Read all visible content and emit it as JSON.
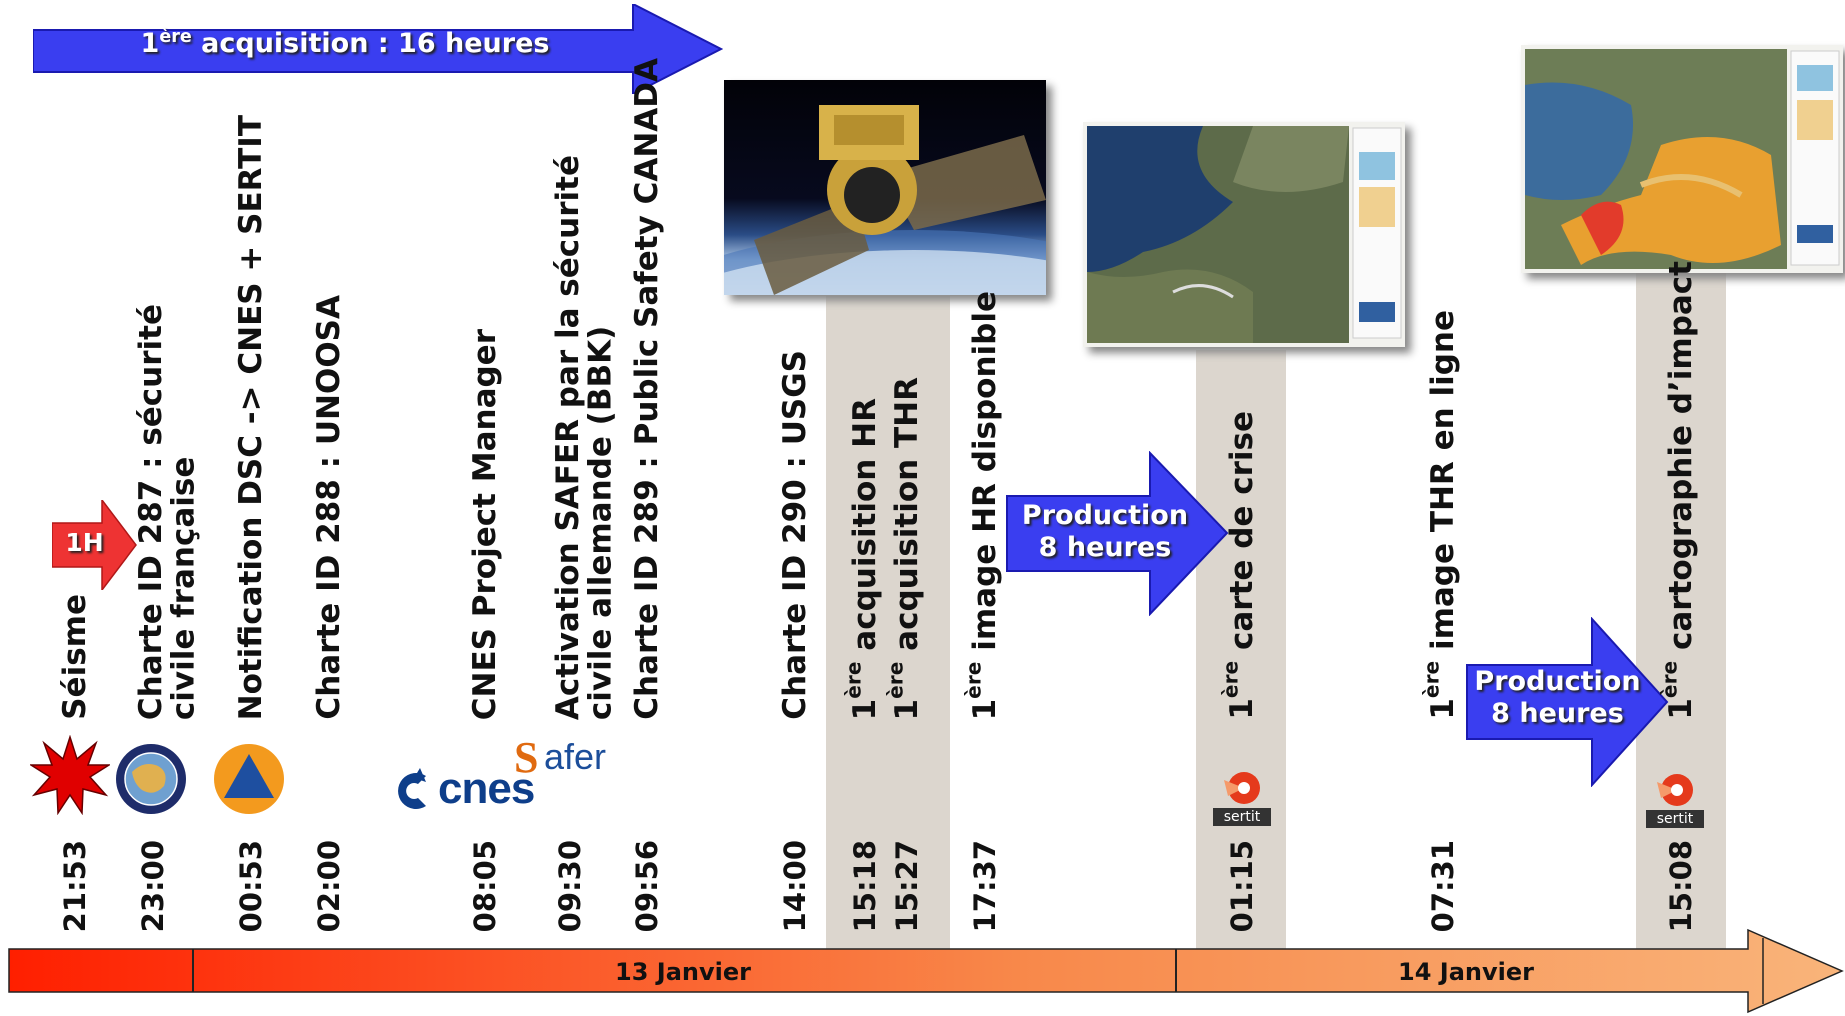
{
  "colors": {
    "arrow_blue": "#3a3ef0",
    "timeline_red": "#ff2a00",
    "timeline_orange": "#f9a56a",
    "column_bg": "#dcd6ce",
    "badge_red": "#ee3333"
  },
  "top_arrow": {
    "sup": "ère",
    "prefix": "1",
    "text": " acquisition : 16 heures"
  },
  "badge_1h": "1H",
  "timeline": {
    "day1": "13 Janvier",
    "day2": "14 Janvier"
  },
  "events": [
    {
      "time": "21:53",
      "label": "Séisme"
    },
    {
      "time": "23:00",
      "label_line1": "Charte ID 287 : sécurité",
      "label_line2": "civile française"
    },
    {
      "time": "00:53",
      "label": "Notification DSC -> CNES + SERTIT"
    },
    {
      "time": "02:00",
      "label": "Charte ID 288 : UNOOSA"
    },
    {
      "time": "08:05",
      "label": "CNES Project Manager"
    },
    {
      "time": "09:30",
      "label_line1": "Activation SAFER par la sécurité",
      "label_line2": "civile allemande (BBK)"
    },
    {
      "time": "09:56",
      "label": "Charte ID 289 : Public Safety CANADA"
    },
    {
      "time": "14:00",
      "label": "Charte ID 290 : USGS"
    },
    {
      "time": "15:18",
      "prefix": "1",
      "sup": "ère",
      "label": " acquisition  HR"
    },
    {
      "time": "15:27",
      "prefix": "1",
      "sup": "ère",
      "label": " acquisition  THR"
    },
    {
      "time": "17:37",
      "prefix": "1",
      "sup": "ère",
      "label": " image HR disponible"
    },
    {
      "time": "01:15",
      "prefix": "1",
      "sup": "ère",
      "label": " carte de crise"
    },
    {
      "time": "07:31",
      "prefix": "1",
      "sup": "ère",
      "label": " image THR en ligne"
    },
    {
      "time": "15:08",
      "prefix": "1",
      "sup": "ère",
      "label": " cartographie d’impact"
    }
  ],
  "production_arrows": [
    {
      "line1": "Production",
      "line2": "8 heures"
    },
    {
      "line1": "Production",
      "line2": "8 heures"
    }
  ],
  "logos": {
    "cnes": "cnes",
    "safer": "afer",
    "safer_s": "S",
    "sertit1": "sertit",
    "sertit2": "sertit"
  },
  "icons": [
    "explosion-icon",
    "charter-globe-icon",
    "civil-protection-icon"
  ]
}
